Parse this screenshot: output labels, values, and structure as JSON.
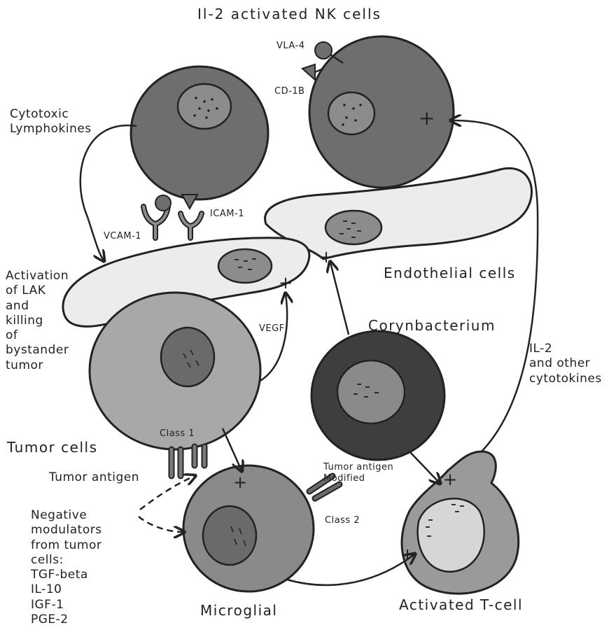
{
  "labels": {
    "title": "Il-2 activated NK cells",
    "vla4": "VLA-4",
    "cd1b": "CD-1B",
    "cytotoxic": "Cytotoxic\nLymphokines",
    "icam1": "ICAM-1",
    "vcam1": "VCAM-1",
    "activation": "Activation\nof LAK\nand\nkilling\nof\nbystander\ntumor",
    "endothelial": "Endothelial cells",
    "vegf": "VEGF",
    "corynbacterium": "Corynbacterium",
    "il2": "IL-2\nand other\ncytotokines",
    "class1": "Class 1",
    "tumor_cells": "Tumor cells",
    "tumor_antigen": "Tumor antigen",
    "tumor_antigen_modified": "Tumor antigen\nModified",
    "class2": "Class 2",
    "negative": "Negative\nmodulators\nfrom tumor\ncells:\nTGF-beta\nIL-10\nIGF-1\nPGE-2",
    "microglial": "Microglial",
    "activated_tcell": "Activated T-cell"
  },
  "signs": {
    "plus": "+"
  },
  "colors": {
    "nk_cell": "#6e6e6e",
    "nk_nucleus": "#8c8c8c",
    "endothelial": "#ececec",
    "tumor_cell": "#a8a8a8",
    "tumor_nucleus": "#6a6a6a",
    "coryn_outer": "#3e3e3e",
    "coryn_inner": "#8a8a8a",
    "microglial": "#8a8a8a",
    "tcell": "#9a9a9a",
    "tcell_inner": "#d6d6d6",
    "stroke": "#222222"
  }
}
